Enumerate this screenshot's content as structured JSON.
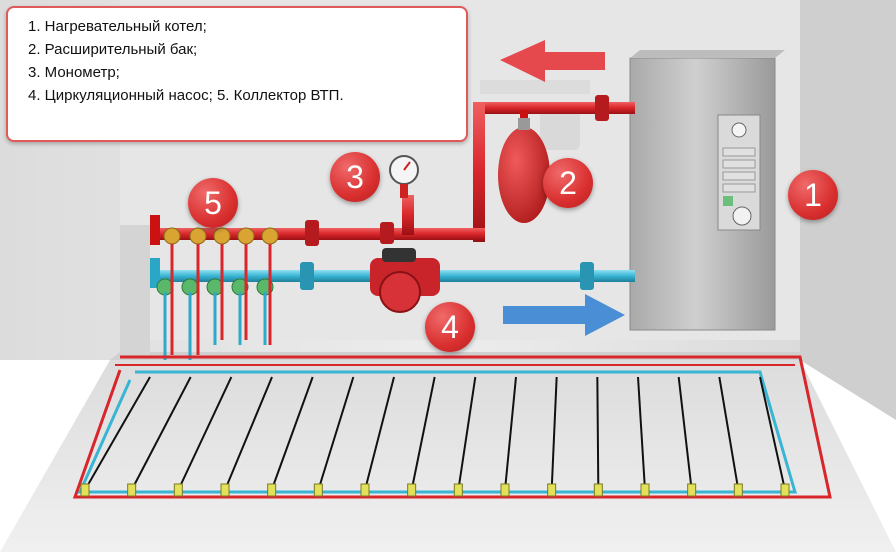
{
  "legend": {
    "items": [
      "1. Нагревательный котел;",
      "2. Расширительный бак;",
      "3. Монометр;",
      "4. Циркуляционный насос; 5. Коллектор ВТП."
    ]
  },
  "badges": {
    "boiler": "1",
    "tank": "2",
    "gauge": "3",
    "pump": "4",
    "collector": "5"
  },
  "colors": {
    "supply_pipe": "#d8262b",
    "return_pipe": "#39b5d4",
    "floor_loop": "#111111",
    "loop_fittings": "#e3e05a",
    "arrow_supply": "#e5484d",
    "arrow_return": "#4a8fd6",
    "badge": "#d93434"
  }
}
